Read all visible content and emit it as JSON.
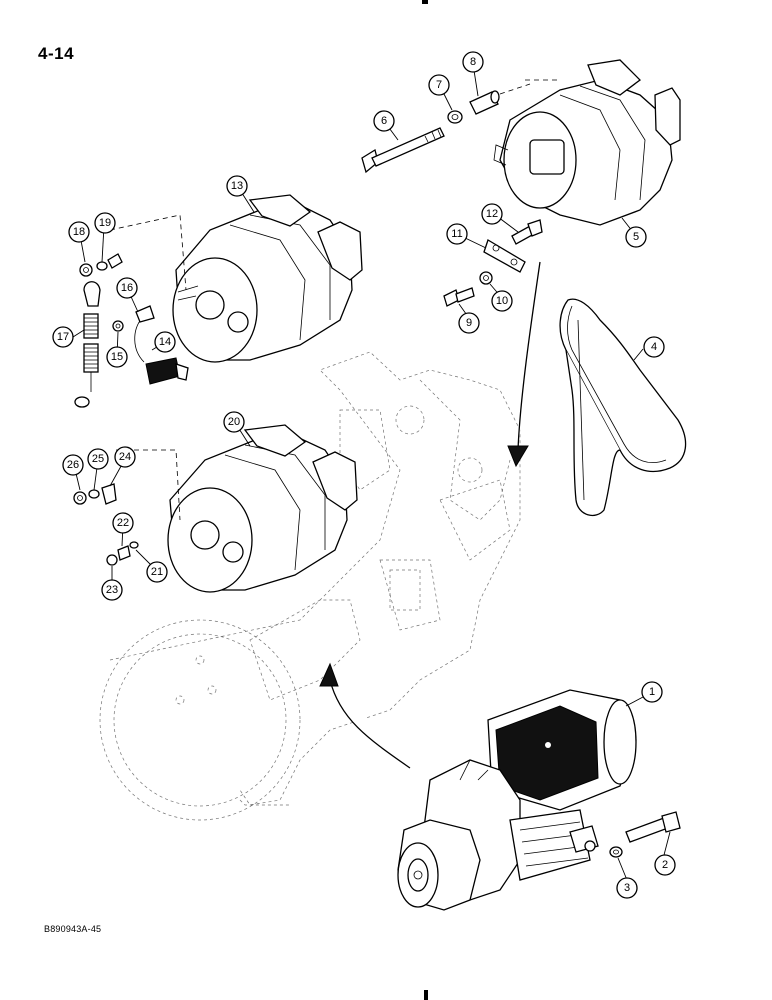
{
  "page": {
    "page_number": "4-14",
    "figure_code": "B890943A-45"
  },
  "callouts": [
    "1",
    "2",
    "3",
    "4",
    "5",
    "6",
    "7",
    "8",
    "9",
    "10",
    "11",
    "12",
    "13",
    "14",
    "15",
    "16",
    "17",
    "18",
    "19",
    "20",
    "21",
    "22",
    "23",
    "24",
    "25",
    "26"
  ],
  "colors": {
    "ink": "#000000",
    "paper": "#ffffff"
  }
}
